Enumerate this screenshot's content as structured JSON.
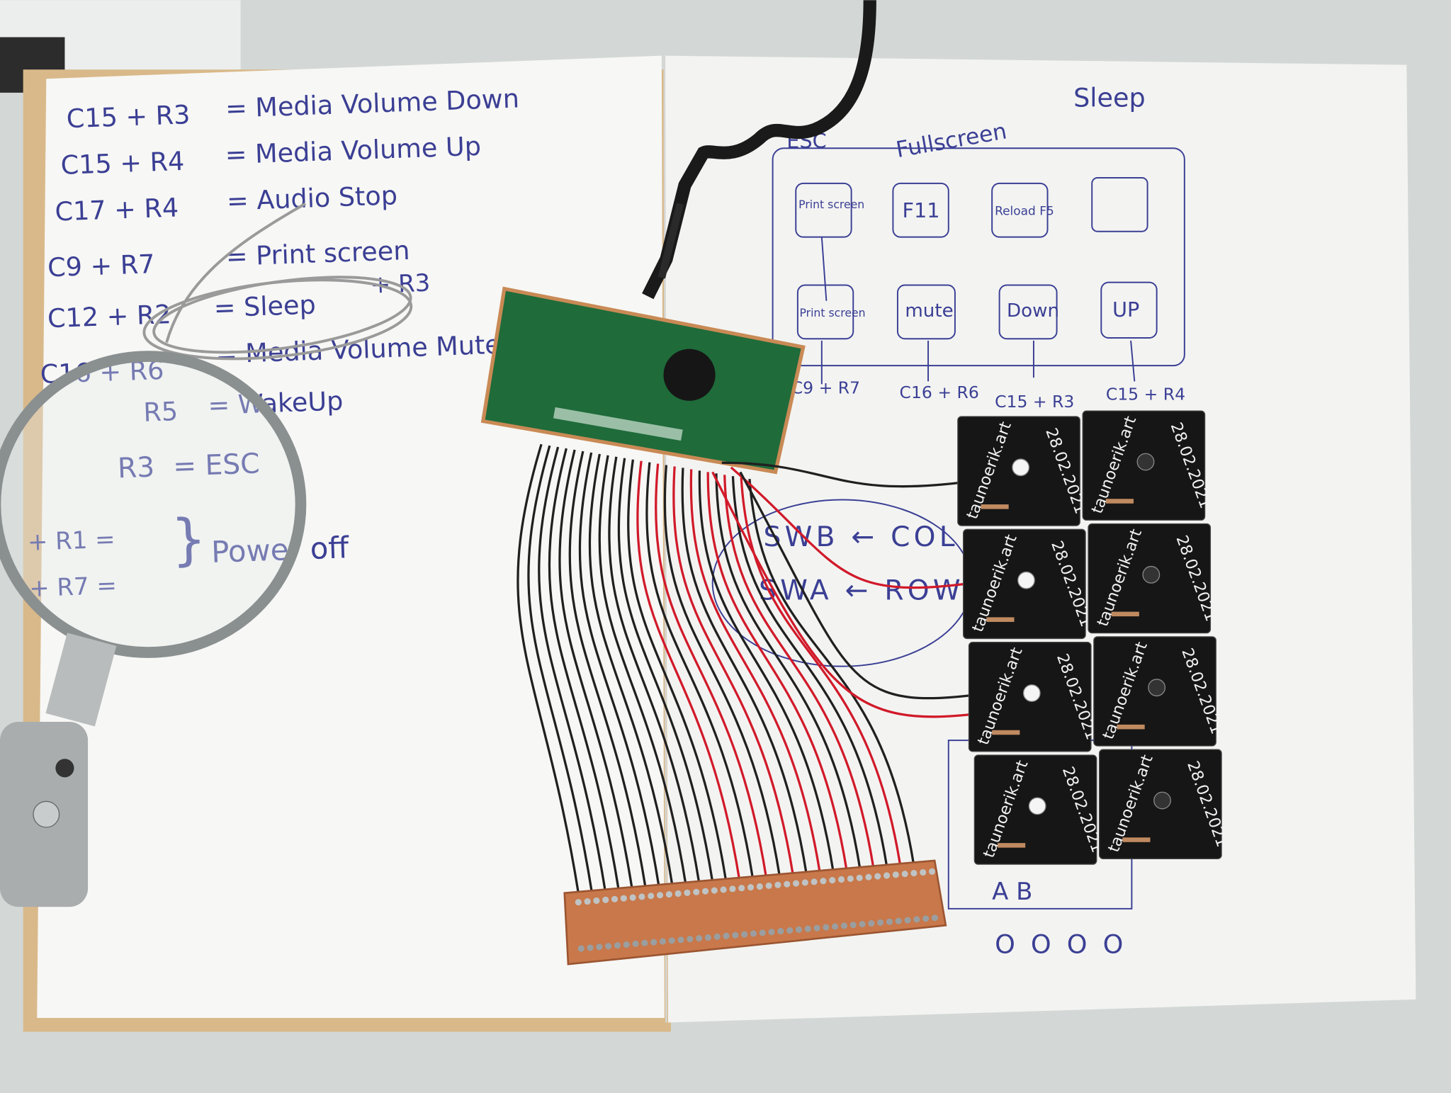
{
  "notes_left": [
    {
      "combo": "C15 + R3",
      "action": "= Media Volume Down"
    },
    {
      "combo": "C15 + R4",
      "action": "= Media Volume Up"
    },
    {
      "combo": "C17 + R4",
      "action": "= Audio Stop"
    },
    {
      "combo": "C9 + R7",
      "action": "= Print screen"
    },
    {
      "combo": "C12 + R2",
      "action": "= Sleep"
    },
    {
      "combo": "C16 + R6",
      "action": "= Media Volume Mute"
    },
    {
      "combo": "R5",
      "action": "= WakeUp"
    },
    {
      "combo": "R3",
      "action": "= ESC"
    },
    {
      "combo": "+ R1 =",
      "action": ""
    },
    {
      "combo": "+ R7 =",
      "action": ""
    }
  ],
  "power_off_label": "Power off",
  "stray_note": "+ R3",
  "sketch": {
    "top_labels": {
      "esc": "ESC",
      "fullscreen": "Fullscreen",
      "sleep": "Sleep"
    },
    "top_keys": [
      "Print screen",
      "F11",
      "Reload F5",
      ""
    ],
    "bottom_keys": [
      "Print screen",
      "mute",
      "Down",
      "UP"
    ],
    "combos": [
      "C9 + R7",
      "C16 + R6",
      "C15 + R3",
      "C15 + R4"
    ],
    "wiring_notes": [
      "SWB ← COL",
      "SWA ← ROW"
    ],
    "columns_label": "A B",
    "circles_label": "O O O O"
  },
  "key_pcb": {
    "brand": "taunoerik.art",
    "date": "28.02.2021"
  },
  "colors": {
    "ink": "#3b3f94",
    "pcb_green": "#1f6b3a",
    "key_pcb": "#161616",
    "protoboard": "#c8784a",
    "red_wire": "#d11a2a"
  }
}
